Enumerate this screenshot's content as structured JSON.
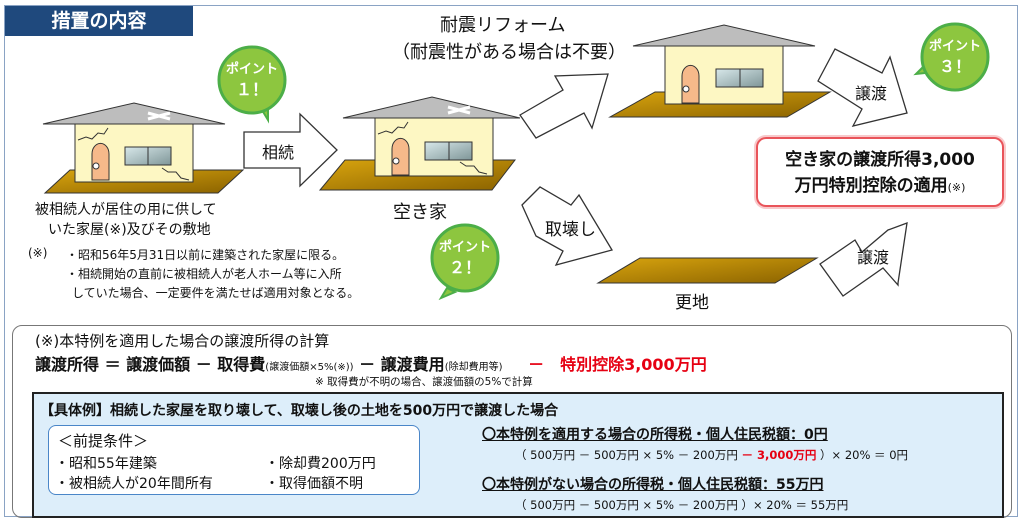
{
  "header": {
    "title": "措置の内容"
  },
  "top_label": {
    "line1": "耐震リフォーム",
    "line2": "（耐震性がある場合は不要）"
  },
  "badges": [
    {
      "label": "ポイント",
      "num": "１！"
    },
    {
      "label": "ポイント",
      "num": "２！"
    },
    {
      "label": "ポイント",
      "num": "３！"
    }
  ],
  "arrows": {
    "inherit": "相続",
    "demolish": "取壊し",
    "transfer_top": "譲渡",
    "transfer_bottom": "譲渡"
  },
  "house1": {
    "line1": "被相続人が居住の用に供して",
    "line2": "いた家屋(※)及びその敷地"
  },
  "notes": {
    "mark": "(※)",
    "line1": "・昭和56年5月31日以前に建築された家屋に限る。",
    "line2": "・相続開始の直前に被相続人が老人ホーム等に入所",
    "line3": "していた場合、一定要件を満たせば適用対象となる。"
  },
  "vacant_house": "空き家",
  "vacant_land": "更地",
  "result_box": {
    "line1": "空き家の譲渡所得3,000",
    "line2": "万円特別控除の適用",
    "note": "(※)"
  },
  "calc": {
    "title": "(※)本特例を適用した場合の譲渡所得の計算",
    "f1": "譲渡所得 ＝ 譲渡価額 － 取得費",
    "f1_small": "(譲渡価額×5%(※))",
    "f2": "－ 譲渡費用",
    "f2_small": "(除却費用等)",
    "f3": "－　特別控除3,000万円",
    "footnote": "※ 取得費が不明の場合、譲渡価額の5%で計算"
  },
  "example": {
    "title": "【具体例】相続した家屋を取り壊して、取壊し後の土地を500万円で譲渡した場合",
    "conditions_title": "＜前提条件＞",
    "conditions": [
      "・昭和55年建築",
      "・除却費200万円",
      "・被相続人が20年間所有",
      "・取得価額不明"
    ],
    "with_title": "〇本特例を適用する場合の所得税・個人住民税額：",
    "with_value": "0円",
    "with_calc_a": "（ 500万円 － 500万円 × 5% － 200万円 ",
    "with_calc_red": "－ 3,000万円",
    "with_calc_b": " ）× 20% ＝ 0円",
    "without_title": "〇本特例がない場合の所得税・個人住民税額：",
    "without_value": "55万円",
    "without_calc": "（ 500万円 － 500万円 × 5% － 200万円 ）× 20% ＝ 55万円"
  },
  "colors": {
    "header": "#1f497d",
    "badge": "#8dc63f",
    "red": "#e60012",
    "land": "#c8960a",
    "wall": "#fdf7c3"
  }
}
